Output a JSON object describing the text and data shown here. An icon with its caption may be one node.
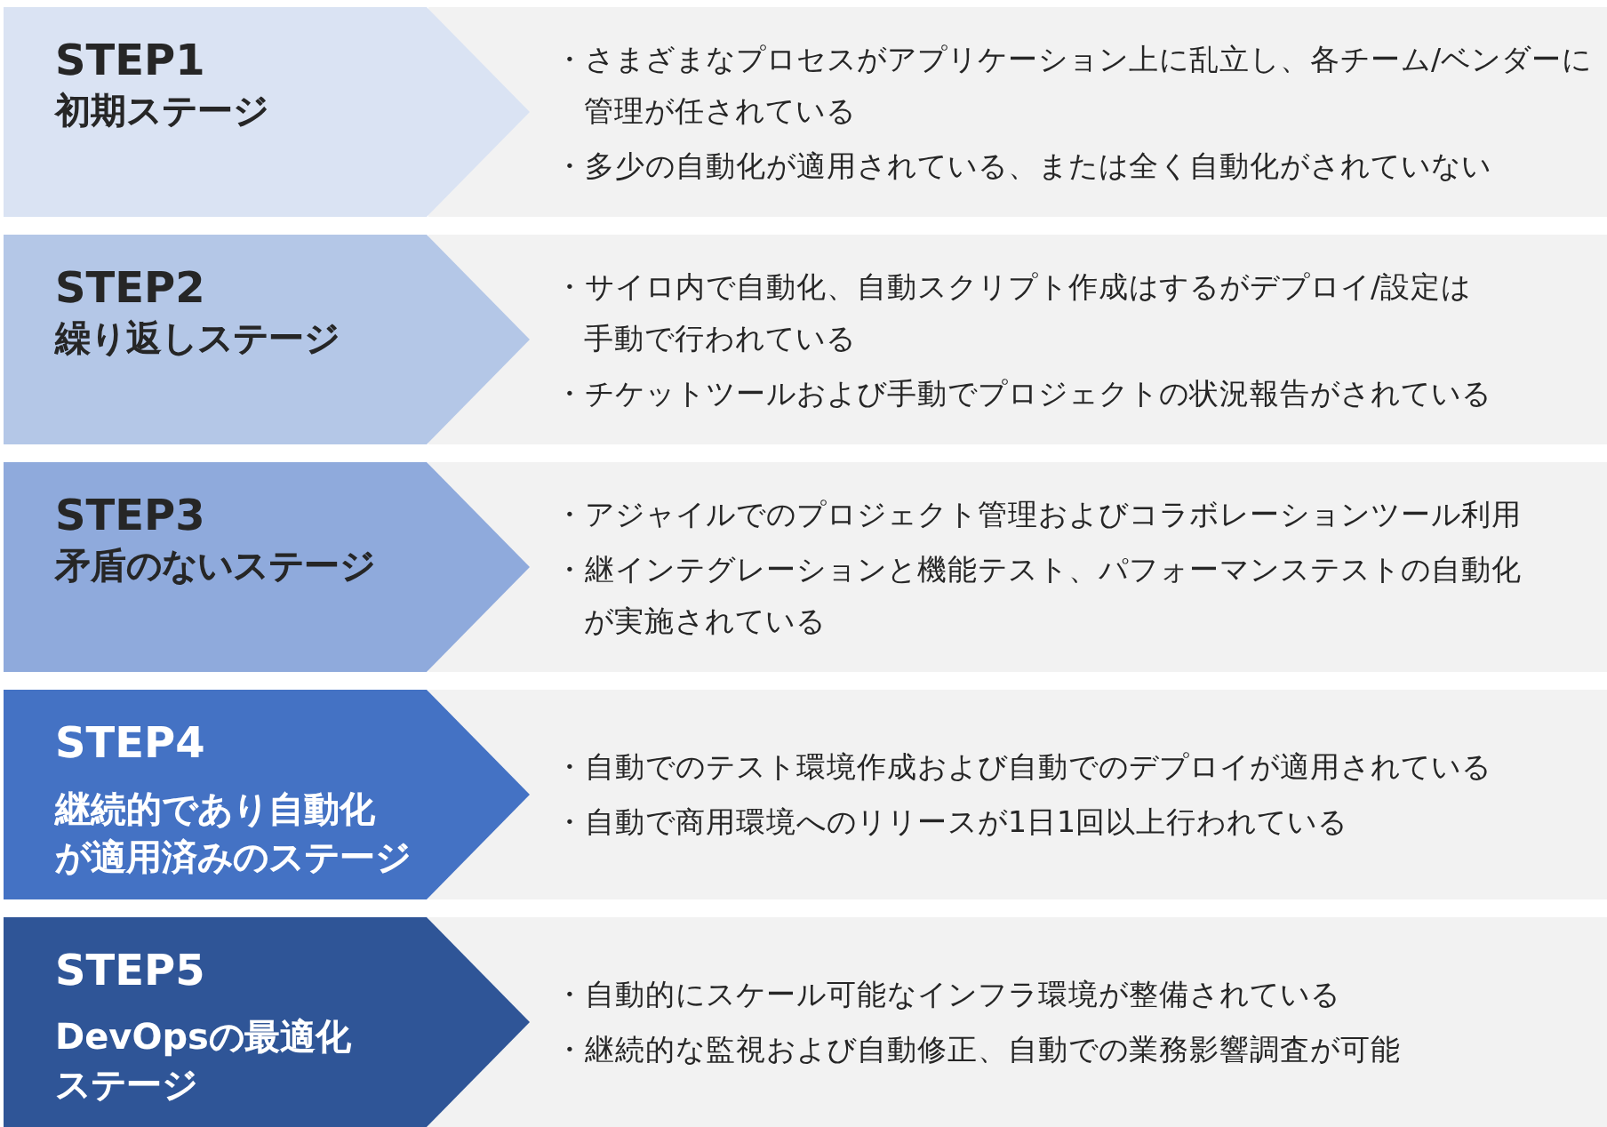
{
  "diagram": {
    "nodes": [
      {
        "text": [
          "STEP1",
          "初期ステージ"
        ]
      },
      {
        "text": [
          "・さまざまなプロセスがアプリケーション上に乱立し、各チーム/ベンダーに管理が任されている",
          "・多少の自動化が適用されている、または全く自動化がされていない"
        ]
      },
      {
        "text": [
          "STEP2",
          "繰り返しステージ"
        ]
      },
      {
        "text": [
          "・サイロ内で自動化、自動スクリプト作成はするがデプロイ/設定は手動で行われている",
          "・チケットツールおよび手動でプロジェクトの状況報告がされている"
        ]
      },
      {
        "text": [
          "STEP3",
          "矛盾のないステージ"
        ]
      },
      {
        "text": [
          "・アジャイルでのプロジェクト管理およびコラボレーションツール利用",
          "・継インテグレーションと機能テスト、パフォーマンステストの自動化が実施されている"
        ]
      },
      {
        "text": [
          "STEP4",
          "継続的であり自動化が適用済みのステージ"
        ]
      },
      {
        "text": [
          "・自動でのテスト環境作成および自動でのデプロイが適用されている",
          "・自動で商用環境へのリリースが1日1回以上行われている"
        ]
      },
      {
        "text": [
          "STEP5",
          "DevOpsの最適化ステージ"
        ]
      },
      {
        "text": [
          "・自動的にスケール可能なインフラ環境が整備されている",
          "・継続的な監視および自動修正、自動での業務影響調査が可能"
        ]
      }
    ]
  }
}
